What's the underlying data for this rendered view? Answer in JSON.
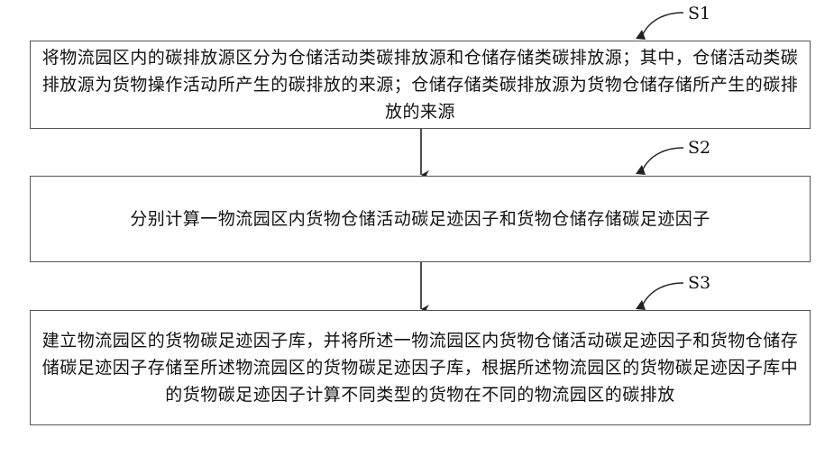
{
  "steps": [
    {
      "label": "S1",
      "text": "将物流园区内的碳排放源区分为仓储活动类碳排放源和仓储存储类碳排放源；其中，仓储活动类碳排放源为货物操作活动所产生的碳排放的来源；仓储存储类碳排放源为货物仓储存储所产生的碳排放的来源"
    },
    {
      "label": "S2",
      "text": "分别计算一物流园区内货物仓储活动碳足迹因子和货物仓储存储碳足迹因子"
    },
    {
      "label": "S3",
      "text": "建立物流园区的货物碳足迹因子库，并将所述一物流园区内货物仓储活动碳足迹因子和货物仓储存储碳足迹因子存储至所述物流园区的货物碳足迹因子库，根据所述物流园区的货物碳足迹因子库中的货物碳足迹因子计算不同类型的货物在不同的物流园区的碳排放"
    }
  ]
}
